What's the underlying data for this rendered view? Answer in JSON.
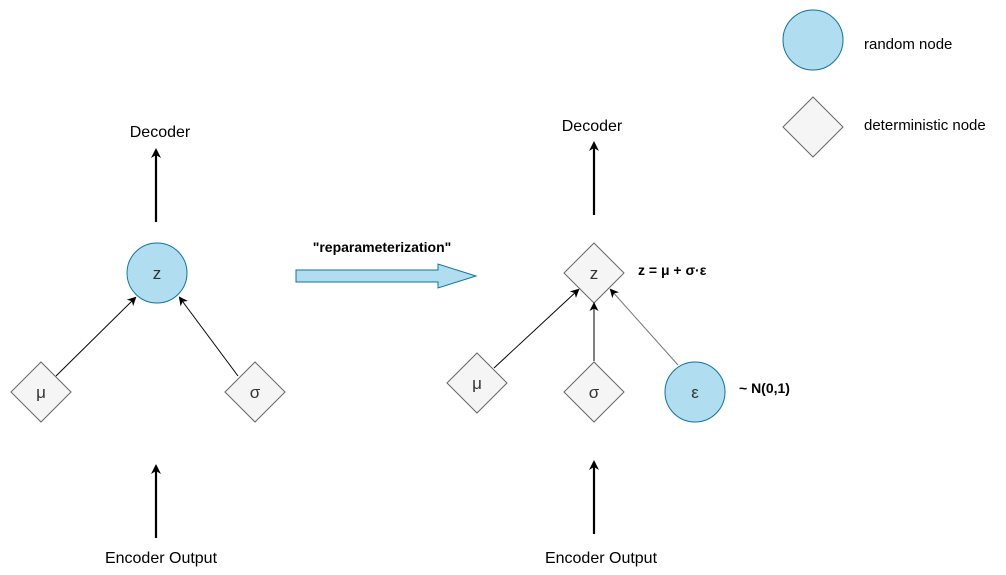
{
  "colors": {
    "random_fill": "#b1ddf0",
    "random_stroke": "#10739e",
    "deterministic_fill": "#f5f5f5",
    "deterministic_stroke": "#666666",
    "arrow": "#000000"
  },
  "legend": {
    "random_label": "random node",
    "deterministic_label": "deterministic node"
  },
  "left": {
    "decoder_label": "Decoder",
    "encoder_label": "Encoder Output",
    "z_node": "z",
    "mu_node": "μ",
    "sigma_node": "σ"
  },
  "transform": {
    "label": "\"reparameterization\""
  },
  "right": {
    "decoder_label": "Decoder",
    "encoder_label": "Encoder Output",
    "z_node": "z",
    "mu_node": "μ",
    "sigma_node": "σ",
    "epsilon_node": "ε",
    "z_equation": "z = μ + σ·ε",
    "epsilon_distribution": "~ N(0,1)"
  }
}
